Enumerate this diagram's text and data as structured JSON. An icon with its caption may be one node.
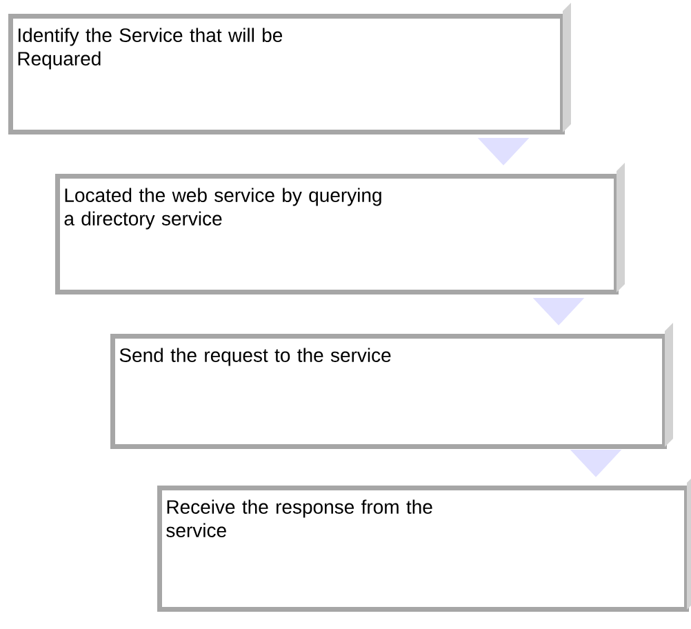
{
  "diagram": {
    "nodes": [
      {
        "text": [
          "Identify the Service that will be Requared"
        ]
      },
      {
        "text": [
          "Located the web service by querying a directory service"
        ]
      },
      {
        "text": [
          "Send the request to the service"
        ]
      },
      {
        "text": [
          "Receive the response from the service"
        ]
      }
    ],
    "edges": [
      {
        "from": 0,
        "to": 1,
        "arrow": "to"
      },
      {
        "from": 1,
        "to": 2,
        "arrow": "to"
      },
      {
        "from": 2,
        "to": 3,
        "arrow": "to"
      }
    ]
  }
}
